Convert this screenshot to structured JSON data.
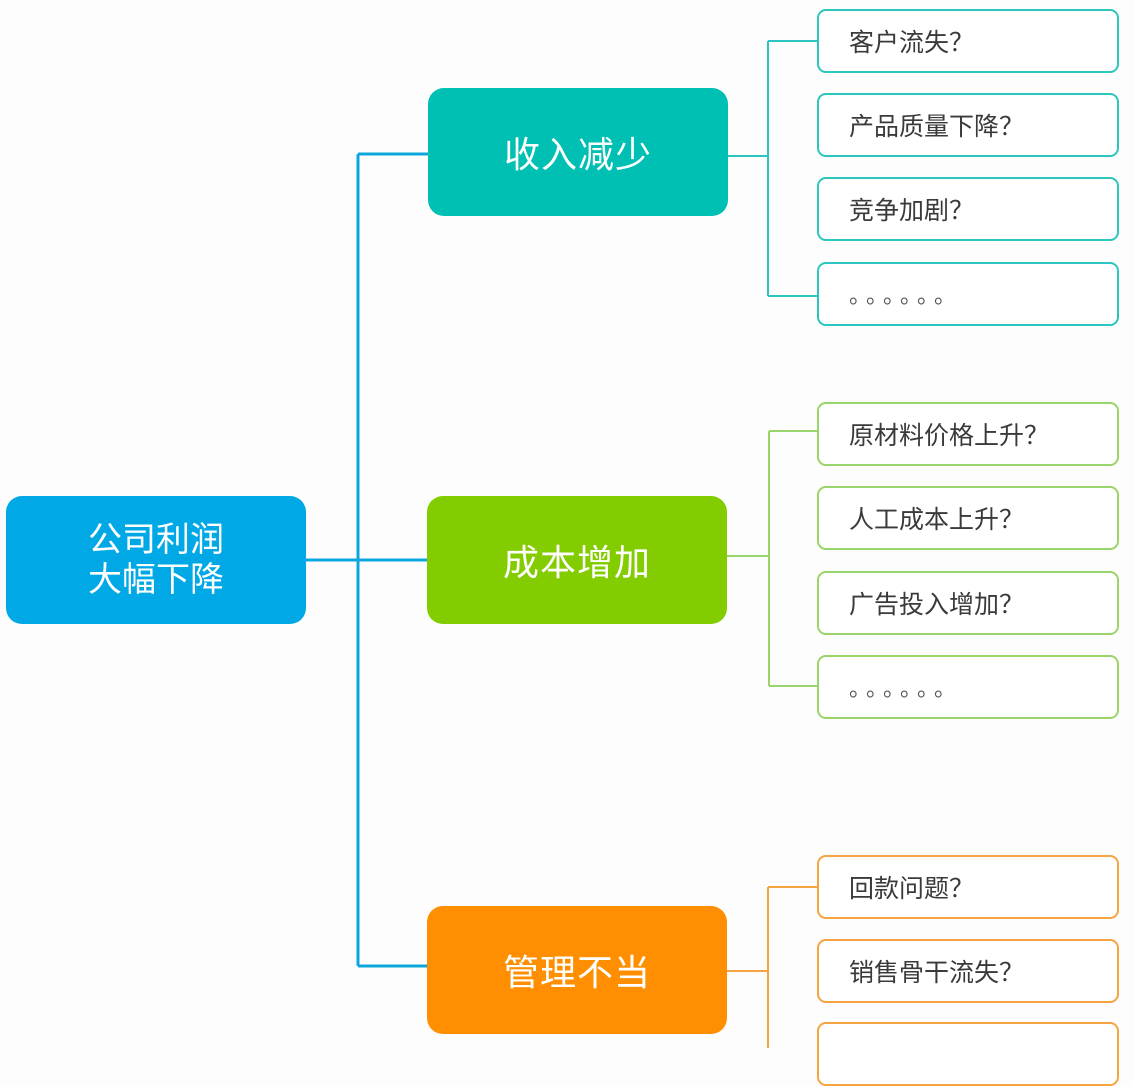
{
  "root": {
    "line1": "公司利润",
    "line2": "大幅下降"
  },
  "branches": [
    {
      "label": "收入减少",
      "color": "#00bfb3",
      "leaves": [
        "客户流失？",
        "产品质量下降？",
        "竞争加剧？",
        "。。。。。。"
      ]
    },
    {
      "label": "成本增加",
      "color": "#82cc00",
      "leaves": [
        "原材料价格上升？",
        "人工成本上升？",
        "广告投入增加？",
        "。。。。。。"
      ]
    },
    {
      "label": "管理不当",
      "color": "#ff8f00",
      "leaves": [
        "回款问题？",
        "销售骨干流失？",
        ""
      ]
    }
  ],
  "colors": {
    "root": "#00a9e6",
    "connector": "#0aa7dc"
  }
}
